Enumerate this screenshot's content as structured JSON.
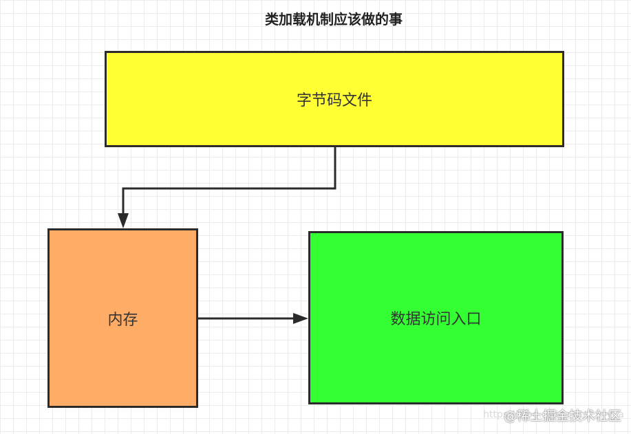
{
  "title": "类加载机制应该做的事",
  "boxes": {
    "bytecode": {
      "label": "字节码文件",
      "color": "#ffff33"
    },
    "memory": {
      "label": "内存",
      "color": "#ffad66"
    },
    "entry": {
      "label": "数据访问入口",
      "color": "#33ff33"
    }
  },
  "watermark": {
    "text": "@稀土掘金技术社区",
    "url_text": "https://blog.csdn.net/...yyyya"
  }
}
